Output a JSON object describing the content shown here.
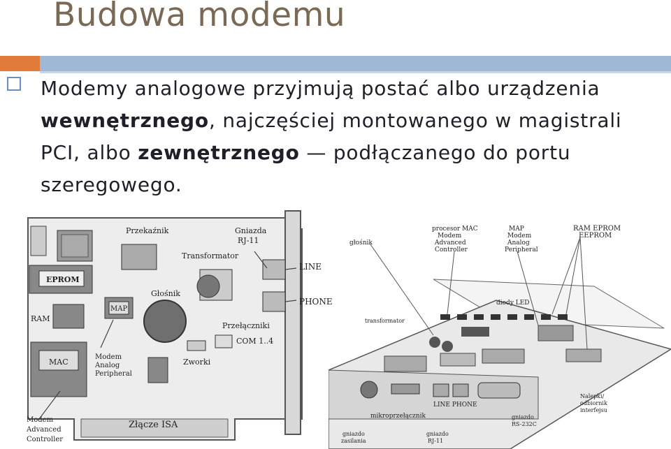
{
  "slide": {
    "title": "Budowa modemu",
    "para": {
      "p1": "Modemy analogowe przyjmują postać albo urządzenia ",
      "b1": "wewnętrznego",
      "p2": ", najczęściej montowanego w magistrali PCI, albo ",
      "b2": "zewnętrznego",
      "p3": " — podłączanego do portu szeregowego."
    }
  },
  "diagram_left": {
    "labels": {
      "przekaznik": "Przekaźnik",
      "gniazda": "Gniazda",
      "rj11": "RJ-11",
      "transformator": "Transformator",
      "line": "LINE",
      "phone": "PHONE",
      "eprom": "EPROM",
      "ram": "RAM",
      "map": "MAP",
      "glosnik": "Głośnik",
      "przelaczniki": "Przełączniki",
      "com": "COM 1..4",
      "mac": "MAC",
      "zworki": "Zworki",
      "map_desc1": "Modem",
      "map_desc2": "Analog",
      "map_desc3": "Peripheral",
      "mac_desc1": "Modem",
      "mac_desc2": "Advanced",
      "mac_desc3": "Controller",
      "zlacze": "Złącze ISA"
    }
  },
  "diagram_right": {
    "labels": {
      "proc1": "procesor MAC",
      "proc2": "Modem",
      "proc3": "Advanced",
      "proc4": "Controller",
      "map1": "MAP",
      "map2": "Modem",
      "map3": "Analog",
      "map4": "Peripheral",
      "ram1": "RAM EPROM",
      "ram2": "EEPROM",
      "glosnik": "głośnik",
      "diody": "diody LED",
      "transf": "transformator",
      "line_phone": "LINE PHONE",
      "nalepki1": "Nalepki/",
      "nalepki2": "odbiornik",
      "nalepki3": "interfejsu",
      "mikro": "mikroprzełącznik",
      "gniazdo1": "gniazdo",
      "gniazdo2": "RS-232C",
      "gn_rj1": "gniazdo",
      "gn_rj2": "RJ-11",
      "gn_zas1": "gniazdo",
      "gn_zas2": "zasilania"
    }
  }
}
